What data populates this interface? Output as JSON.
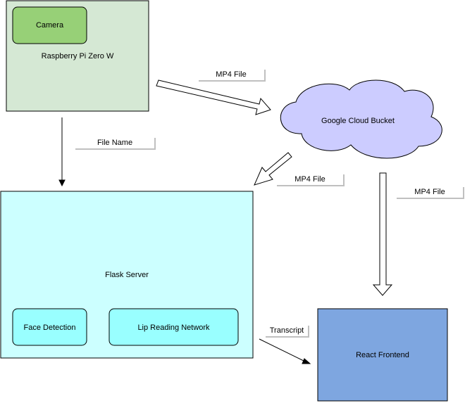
{
  "colors": {
    "pi_box": "#d5e8d4",
    "camera_box": "#97d077",
    "cloud": "#ccccff",
    "flask_box": "#ccffff",
    "inner_box": "#99ffff",
    "react_box": "#7ea6e0",
    "stroke": "#000000",
    "label_underline": "#c0c0c0"
  },
  "nodes": {
    "raspberry_pi": "Raspberry Pi Zero W",
    "camera": "Camera",
    "cloud_bucket": "Google Cloud Bucket",
    "flask_server": "Flask Server",
    "face_detection": "Face Detection",
    "lip_reading": "Lip Reading Network",
    "react_frontend": "React Frontend"
  },
  "edge_labels": {
    "pi_to_cloud": "MP4 File",
    "pi_to_flask": "File Name",
    "cloud_to_flask": "MP4 File",
    "cloud_to_react": "MP4 File",
    "flask_to_react": "Transcript"
  }
}
